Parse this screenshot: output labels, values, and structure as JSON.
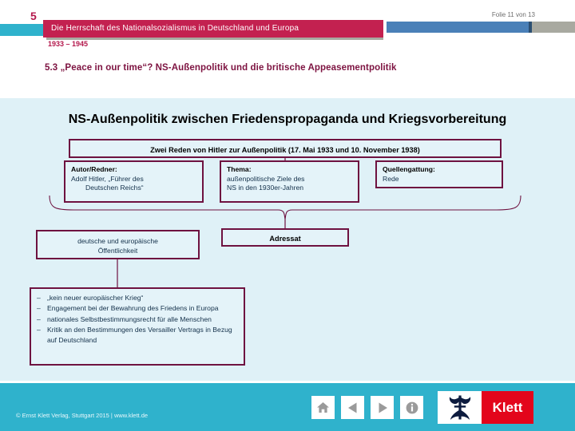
{
  "header": {
    "chapter_number": "5",
    "title": "Die Herrschaft des Nationalsozialismus in Deutschland und Europa",
    "years": "1933 – 1945",
    "slide_counter": "Folie 11 von 13",
    "bar_color": "#c32150",
    "teal_color": "#2fb2cc",
    "progress_fill_color": "#4a80b8",
    "progress_track_color": "#a8a9a0"
  },
  "subtitle": "5.3 „Peace in our time“? NS-Außenpolitik und die britische Appeasementpolitik",
  "main": {
    "heading": "NS-Außenpolitik zwischen Friedenspropaganda und Kriegsvorbereitung",
    "panel_color": "#dff1f7",
    "box_border_color": "#6e1240",
    "boxes": {
      "reden": {
        "text": "Zwei Reden von Hitler zur Außenpolitik (17. Mai 1933 und 10. November 1938)"
      },
      "autor": {
        "label": "Autor/Redner:",
        "line1": "Adolf Hitler, „Führer des",
        "line2": "Deutschen Reichs“"
      },
      "thema": {
        "label": "Thema:",
        "line1": "außenpolitische Ziele des",
        "line2": "NS in den 1930er-Jahren"
      },
      "quelle": {
        "label": "Quellengattung:",
        "line1": "Rede"
      },
      "oeffentlichkeit": {
        "line1": "deutsche und europäische",
        "line2": "Öffentlichkeit"
      },
      "adressat": {
        "label": "Adressat"
      },
      "liste": {
        "items": [
          "„kein neuer europäischer Krieg“",
          "Engagement bei der Bewahrung des Friedens in Europa",
          "nationales Selbstbestimmungsrecht für alle Menschen",
          "Kritik an den Bestimmungen des Versailler Vertrags in Bezug auf Deutschland"
        ]
      }
    }
  },
  "footer": {
    "copyright": "© Ernst Klett Verlag, Stuttgart 2015 | www.klett.de",
    "background_color": "#2fb2cc",
    "nav": [
      {
        "name": "home-icon",
        "label": "Startseite"
      },
      {
        "name": "previous-icon",
        "label": "Zurück"
      },
      {
        "name": "next-icon",
        "label": "Weiter"
      },
      {
        "name": "info-icon",
        "label": "Information"
      }
    ],
    "logo": {
      "text": "Klett",
      "brand_color": "#e3051b"
    }
  }
}
